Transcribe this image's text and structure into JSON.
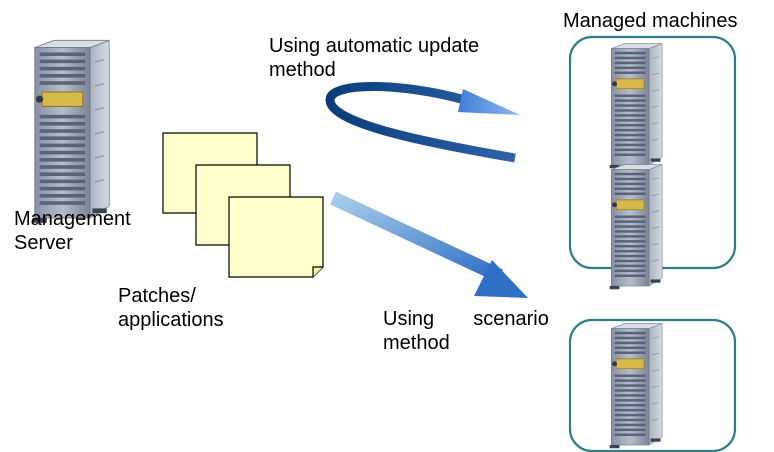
{
  "diagram": {
    "management_server_label": [
      "Management",
      "Server"
    ],
    "patches_label": [
      "Patches/",
      "applications"
    ],
    "managed_machines_label": "Managed machines",
    "automatic_method_label": [
      "Using automatic update",
      "method"
    ],
    "scenario_method_label": {
      "word1": "Using",
      "word2": "scenario",
      "line2": "method"
    },
    "colors": {
      "group_border": "#2f7d87",
      "arrow_dark": "#0b3d7a",
      "arrow_light": "#4f86cf",
      "note_fill": "#ffffcc",
      "server_body": "#9aa4b4"
    }
  }
}
